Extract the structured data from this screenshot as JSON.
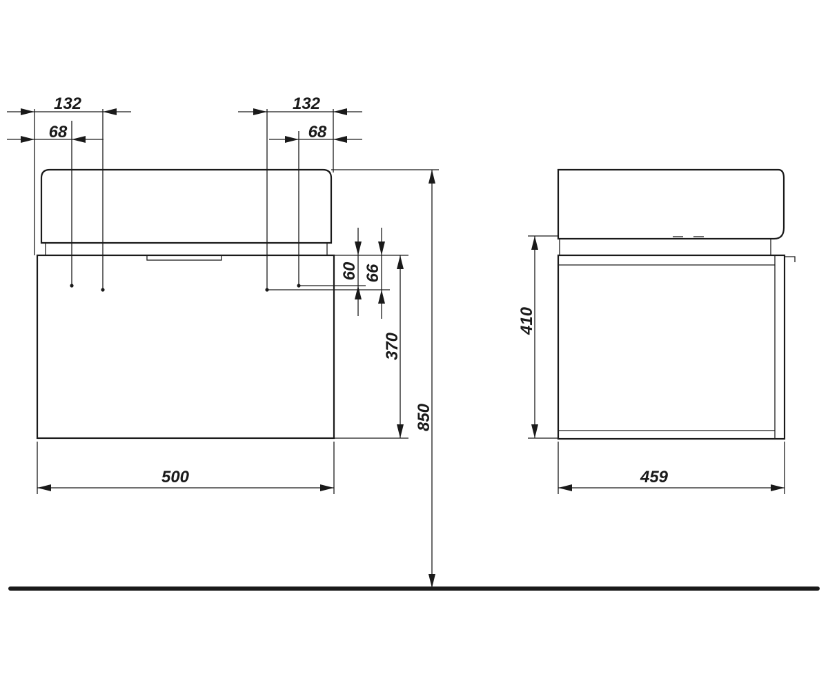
{
  "front_view": {
    "dimensions": {
      "hole_spacing_left": "132",
      "hole_offset_left": "68",
      "hole_spacing_right": "132",
      "hole_offset_right": "68",
      "hole_height_a": "60",
      "hole_height_b": "66",
      "cabinet_height": "370",
      "total_height": "850",
      "cabinet_width": "500"
    }
  },
  "side_view": {
    "dimensions": {
      "cabinet_height": "410",
      "cabinet_depth": "459"
    }
  }
}
